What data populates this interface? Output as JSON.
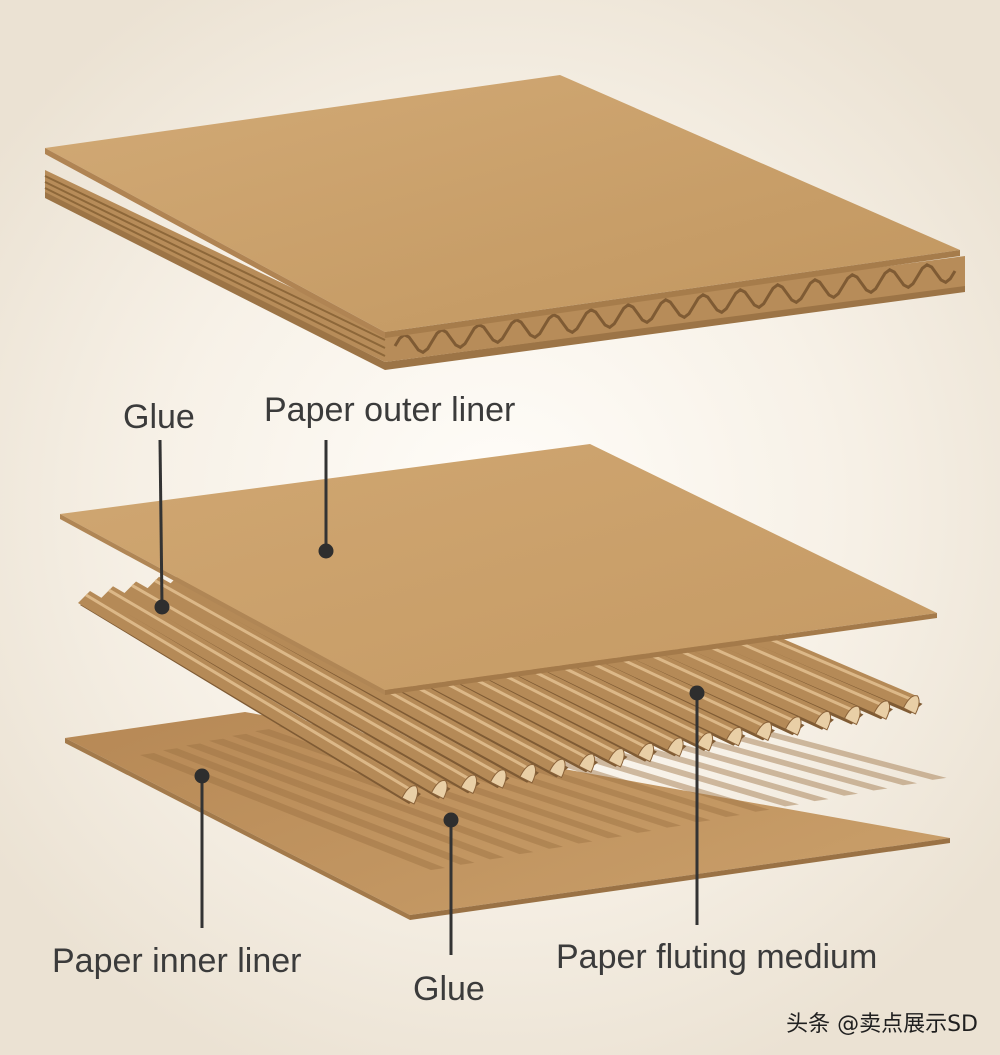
{
  "labels": {
    "glue_top": "Glue",
    "outer_liner": "Paper outer liner",
    "inner_liner": "Paper inner liner",
    "glue_bottom": "Glue",
    "fluting_medium": "Paper fluting medium"
  },
  "watermark": "头条 @卖点展示SD",
  "colors": {
    "board_top": "#c99f6b",
    "board_edge": "#9e7648",
    "flute": "#b58a57",
    "flute_highlight": "#dcb888",
    "flute_shadow": "#7f5b34",
    "leader_line": "#333333",
    "background": "#f3eee5"
  }
}
